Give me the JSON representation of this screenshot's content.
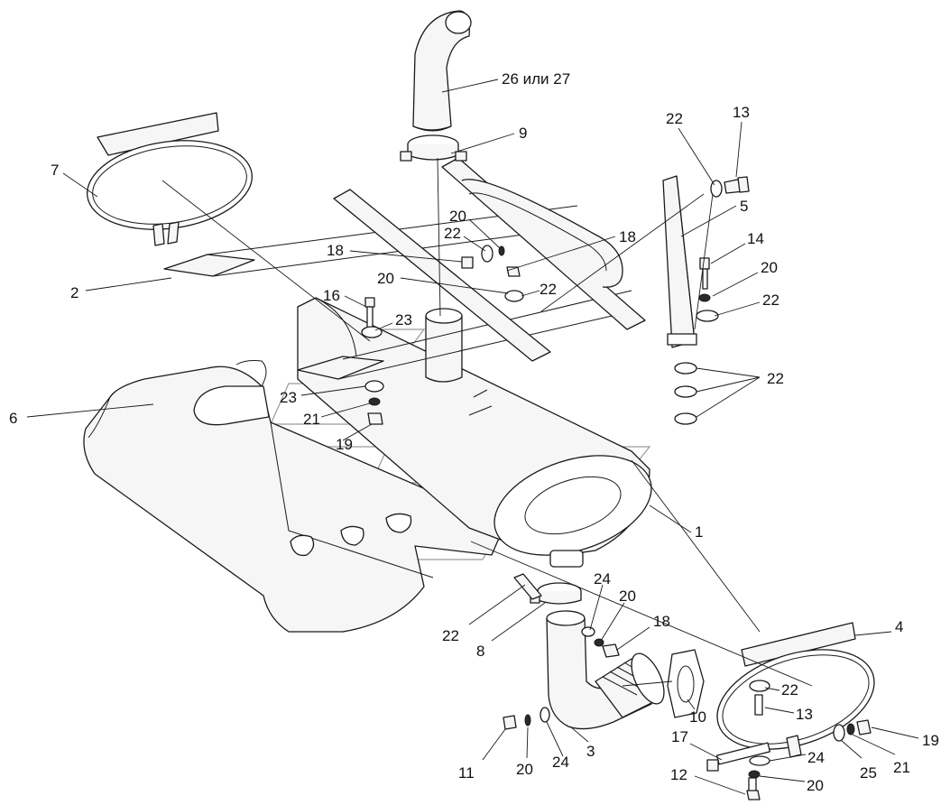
{
  "callouts": {
    "c26_27": "26 или 27",
    "c9": "9",
    "c7": "7",
    "c2": "2",
    "c22a": "22",
    "c13a": "13",
    "c5": "5",
    "c14": "14",
    "c20a": "20",
    "c22b": "22",
    "c22c": "22",
    "c20b": "20",
    "c22d": "22",
    "c18a": "18",
    "c18b": "18",
    "c20c": "20",
    "c22e": "22",
    "c16": "16",
    "c23a": "23",
    "c23b": "23",
    "c21a": "21",
    "c19a": "19",
    "c6": "6",
    "c1": "1",
    "c24a": "24",
    "c20d": "20",
    "c18c": "18",
    "c22f": "22",
    "c8": "8",
    "c4": "4",
    "c22g": "22",
    "c13b": "13",
    "c10": "10",
    "c3": "3",
    "c11": "11",
    "c20e": "20",
    "c24b": "24",
    "c17": "17",
    "c24c": "24",
    "c25": "25",
    "c21b": "21",
    "c19b": "19",
    "c12": "12",
    "c20f": "20"
  }
}
